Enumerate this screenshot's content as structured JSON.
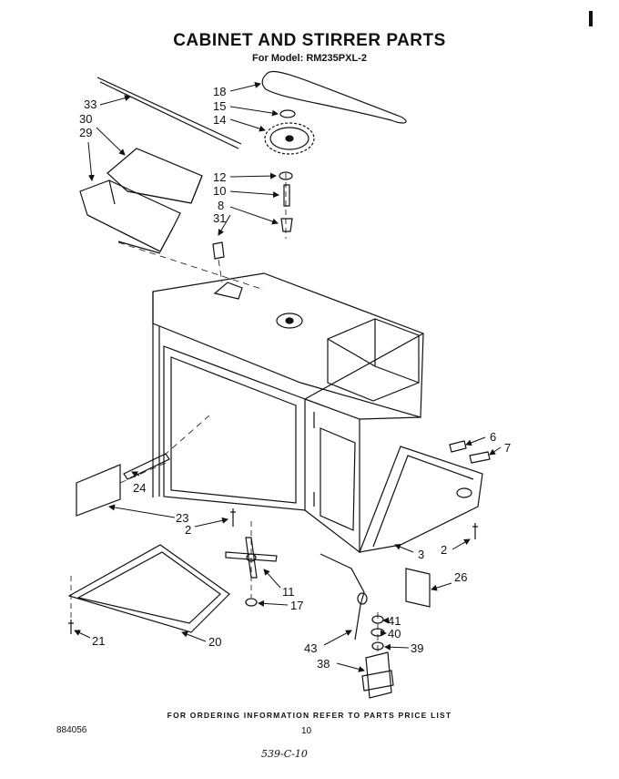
{
  "header": {
    "title": "CABINET AND STIRRER PARTS",
    "subtitle": "For Model: RM235PXL-2"
  },
  "callouts": [
    {
      "id": "c33",
      "label": "33"
    },
    {
      "id": "c30",
      "label": "30"
    },
    {
      "id": "c29",
      "label": "29"
    },
    {
      "id": "c18",
      "label": "18"
    },
    {
      "id": "c15",
      "label": "15"
    },
    {
      "id": "c14",
      "label": "14"
    },
    {
      "id": "c12",
      "label": "12"
    },
    {
      "id": "c10",
      "label": "10"
    },
    {
      "id": "c8",
      "label": "8"
    },
    {
      "id": "c31",
      "label": "31"
    },
    {
      "id": "c6",
      "label": "6"
    },
    {
      "id": "c7",
      "label": "7"
    },
    {
      "id": "c24",
      "label": "24"
    },
    {
      "id": "c23",
      "label": "23"
    },
    {
      "id": "c2a",
      "label": "2"
    },
    {
      "id": "c2b",
      "label": "2"
    },
    {
      "id": "c3",
      "label": "3"
    },
    {
      "id": "c26",
      "label": "26"
    },
    {
      "id": "c11",
      "label": "11"
    },
    {
      "id": "c17",
      "label": "17"
    },
    {
      "id": "c41",
      "label": "41"
    },
    {
      "id": "c40",
      "label": "40"
    },
    {
      "id": "c39",
      "label": "39"
    },
    {
      "id": "c43",
      "label": "43"
    },
    {
      "id": "c38",
      "label": "38"
    },
    {
      "id": "c21",
      "label": "21"
    },
    {
      "id": "c20",
      "label": "20"
    }
  ],
  "footer": {
    "note": "FOR ORDERING INFORMATION REFER TO PARTS PRICE LIST",
    "doc_number": "884056",
    "page_number": "10",
    "handwritten": "539-C-10"
  }
}
